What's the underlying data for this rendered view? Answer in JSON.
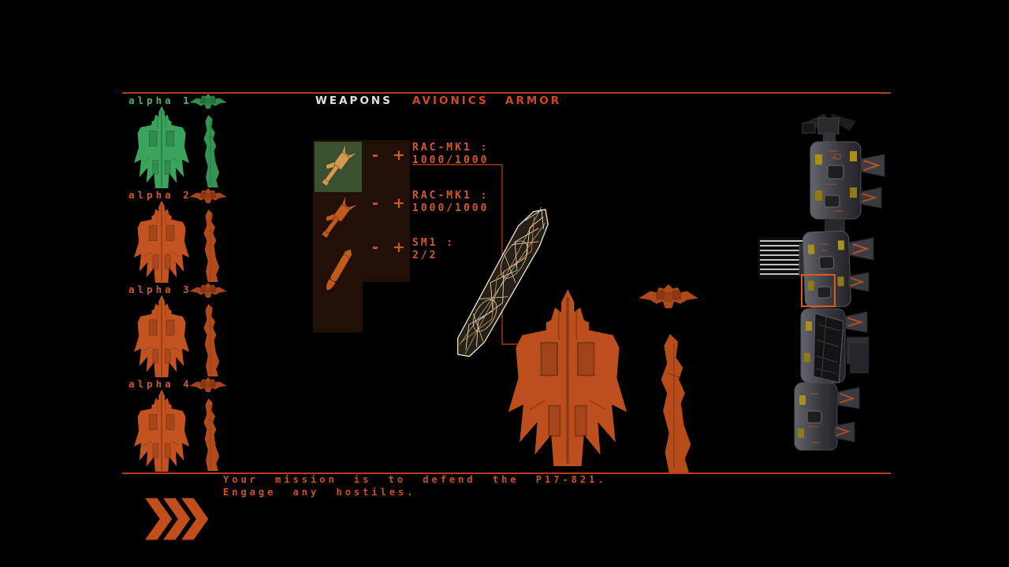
{
  "screen_title": "ship-loadout",
  "colors": {
    "background": "#000000",
    "accent_line": "#bd3a16",
    "accent_text": "#d55a28",
    "tab_active": "#e2e2e2",
    "tab_inactive": "#cf4a1e",
    "wingman_selected_green": "#3aa35c",
    "wingman_orange": "#c2521f",
    "player_ship_orange": "#bd4f1e",
    "panel_bg": "#221007",
    "selected_slot_bg": "#3a5130",
    "station_gray": "#4a4a50",
    "target_box_orange": "#dd5a1e",
    "wireframe_cream": "#f4e8c8"
  },
  "tabs": [
    {
      "label": "WEAPONS",
      "active": true
    },
    {
      "label": "AVIONICS",
      "active": false
    },
    {
      "label": "ARMOR",
      "active": false
    }
  ],
  "roster": [
    {
      "label": "alpha 1",
      "selected": true,
      "color": "green"
    },
    {
      "label": "alpha 2",
      "selected": false,
      "color": "orange"
    },
    {
      "label": "alpha 3",
      "selected": false,
      "color": "orange"
    },
    {
      "label": "alpha 4",
      "selected": false,
      "color": "orange"
    }
  ],
  "weapons": [
    {
      "name": "RAC-MK1 :",
      "count": "1000/1000",
      "selected": true,
      "icon": "autocannon-icon"
    },
    {
      "name": "RAC-MK1 :",
      "count": "1000/1000",
      "selected": false,
      "icon": "autocannon-icon"
    },
    {
      "name": "SM1 :",
      "count": "2/2",
      "selected": false,
      "icon": "missile-icon"
    }
  ],
  "controls": {
    "decrease": "-",
    "increase": "+"
  },
  "icons": {
    "launch": "triple-chevron-right",
    "decrease": "minus",
    "increase": "plus"
  },
  "mission": {
    "line1": "Your mission is to defend the P17-821.",
    "line2": "Engage any hostiles."
  }
}
